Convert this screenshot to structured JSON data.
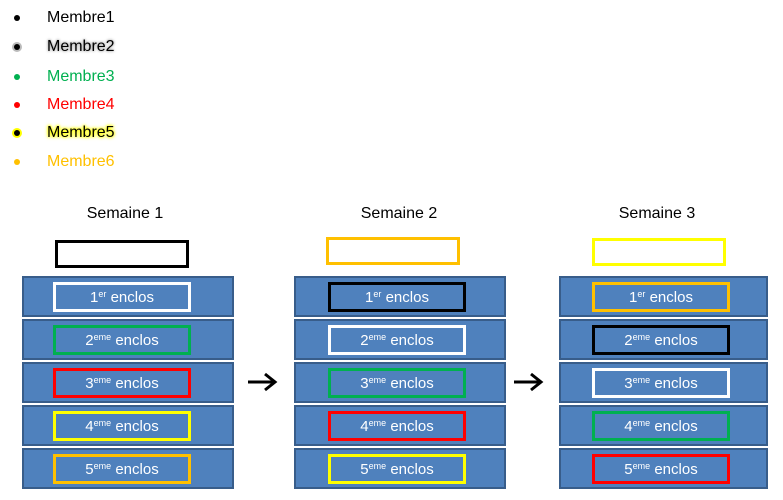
{
  "legend": [
    {
      "label": "Membre1",
      "color": "#000000"
    },
    {
      "label": "Membre2",
      "color": "#000000"
    },
    {
      "label": "Membre3",
      "color": "#00b050"
    },
    {
      "label": "Membre4",
      "color": "#ff0000"
    },
    {
      "label": "Membre5",
      "color": "#000000"
    },
    {
      "label": "Membre6",
      "color": "#ffc000"
    }
  ],
  "weeks": [
    {
      "title": "Semaine 1",
      "top_color": "#000000",
      "pens": [
        {
          "num": "1",
          "sup": "er",
          "text": "enclos",
          "color": "#ffffff"
        },
        {
          "num": "2",
          "sup": "eme",
          "text": "enclos",
          "color": "#00b050"
        },
        {
          "num": "3",
          "sup": "eme",
          "text": "enclos",
          "color": "#ff0000"
        },
        {
          "num": "4",
          "sup": "eme",
          "text": "enclos",
          "color": "#ffff00"
        },
        {
          "num": "5",
          "sup": "eme",
          "text": "enclos",
          "color": "#ffc000"
        }
      ]
    },
    {
      "title": "Semaine 2",
      "top_color": "#ffc000",
      "pens": [
        {
          "num": "1",
          "sup": "er",
          "text": "enclos",
          "color": "#000000"
        },
        {
          "num": "2",
          "sup": "eme",
          "text": "enclos",
          "color": "#ffffff"
        },
        {
          "num": "3",
          "sup": "eme",
          "text": "enclos",
          "color": "#00b050"
        },
        {
          "num": "4",
          "sup": "eme",
          "text": "enclos",
          "color": "#ff0000"
        },
        {
          "num": "5",
          "sup": "eme",
          "text": "enclos",
          "color": "#ffff00"
        }
      ]
    },
    {
      "title": "Semaine 3",
      "top_color": "#ffff00",
      "pens": [
        {
          "num": "1",
          "sup": "er",
          "text": "enclos",
          "color": "#ffc000"
        },
        {
          "num": "2",
          "sup": "eme",
          "text": "enclos",
          "color": "#000000"
        },
        {
          "num": "3",
          "sup": "eme",
          "text": "enclos",
          "color": "#ffffff"
        },
        {
          "num": "4",
          "sup": "eme",
          "text": "enclos",
          "color": "#00b050"
        },
        {
          "num": "5",
          "sup": "eme",
          "text": "enclos",
          "color": "#ff0000"
        }
      ]
    }
  ],
  "arrow_icon": "right-arrow-icon"
}
